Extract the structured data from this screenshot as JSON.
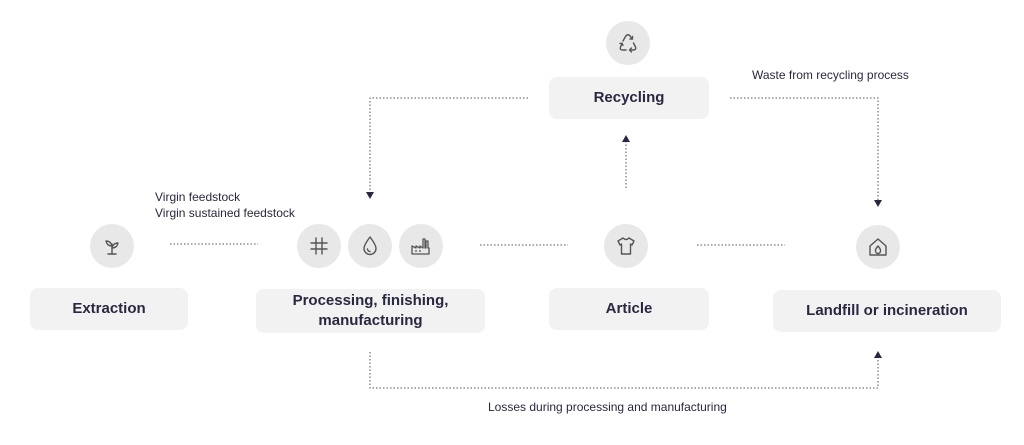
{
  "nodes": {
    "recycling": "Recycling",
    "extraction": "Extraction",
    "processing": [
      "Processing, finishing,",
      "manufacturing"
    ],
    "article": "Article",
    "landfill": "Landfill or incineration"
  },
  "notes": {
    "waste_recycling": "Waste from recycling process",
    "virgin_feedstock": "Virgin feedstock",
    "virgin_sustained": "Virgin sustained feedstock",
    "losses": "Losses during processing and manufacturing"
  },
  "icons": [
    "recycle-icon",
    "plant-icon",
    "hash-icon",
    "water-drop-icon",
    "factory-icon",
    "tshirt-icon",
    "fire-house-icon"
  ],
  "colors": {
    "ink": "#2a2840",
    "box": "#f2f2f2",
    "circle": "#e8e8e8",
    "line": "#555555"
  }
}
